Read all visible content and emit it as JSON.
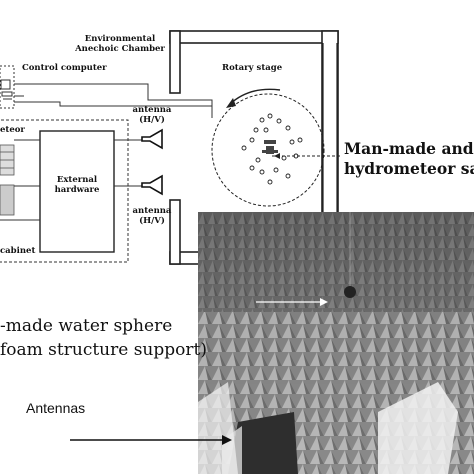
{
  "diagram": {
    "chamber_title_line1": "Environmental",
    "chamber_title_line2": "Anechoic Chamber",
    "control_computer": "Control computer",
    "meteor_label": "eteor",
    "external_hardware_line1": "External",
    "external_hardware_line2": "hardware",
    "cabinet_label": "cabinet",
    "antenna_top_line1": "antenna",
    "antenna_top_line2": "(H/V)",
    "antenna_bottom_line1": "antenna",
    "antenna_bottom_line2": "(H/V)",
    "rotary_stage": "Rotary stage",
    "sample_line1": "Man-made and",
    "sample_line2": "hydrometeor sa",
    "sphere_line1": "-made water sphere",
    "sphere_line2": "foam structure support)",
    "antennas": "Antennas"
  }
}
